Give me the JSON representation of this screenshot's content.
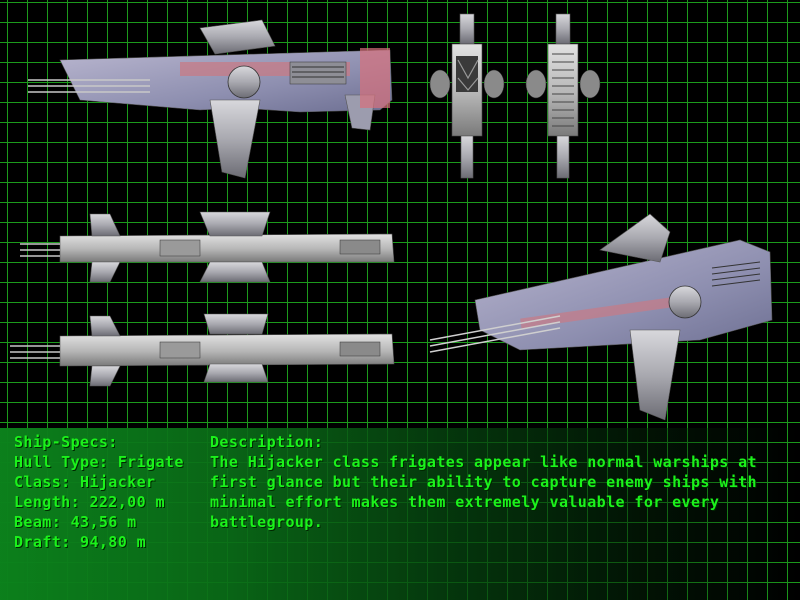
{
  "specs": {
    "heading": "Ship-Specs:",
    "hull": "Hull Type: Frigate",
    "class": "Class: Hijacker",
    "length": "Length: 222,00 m",
    "beam": "Beam: 43,56 m",
    "draft": "Draft: 94,80 m"
  },
  "description": {
    "heading": "Description:",
    "lines": [
      "The Hijacker class frigates appear like normal warships at",
      "first glance but their ability to capture enemy ships with",
      "minimal effort makes them extremely valuable for every",
      "battlegroup."
    ]
  },
  "colors": {
    "grid": "#1c9a1c",
    "text": "#1bf21b",
    "panel": "#0c821c"
  }
}
